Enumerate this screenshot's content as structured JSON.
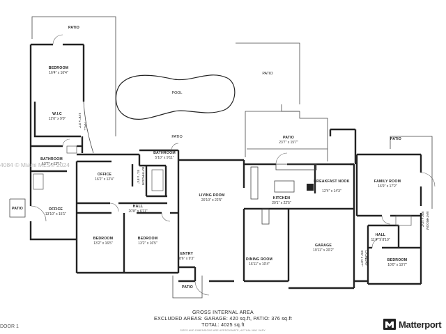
{
  "rooms": {
    "patio_top": {
      "name": "PATIO"
    },
    "bedroom_nw": {
      "name": "BEDROOM",
      "dim": "16'4\" x 16'4\""
    },
    "wic": {
      "name": "W.I.C",
      "dim": "12'0\" x 9'0\""
    },
    "hall_w": {
      "name": "HALL",
      "dim": "11'6\" x 3'7\""
    },
    "pool": {
      "name": "POOL"
    },
    "patio_top_right": {
      "name": "PATIO"
    },
    "patio_center": {
      "name": "PATIO"
    },
    "patio_east": {
      "name": "PATIO",
      "dim": "23'7\" x 15'7\""
    },
    "bathroom_w": {
      "name": "BATHROOM",
      "dim": "13'7\" x 13'1\""
    },
    "bathroom_center": {
      "name": "BATHROOM",
      "dim": "5'10\" x 9'11\""
    },
    "bathroom_small": {
      "name": "BATHROOM",
      "dim": "5'1\" x 8'4\""
    },
    "office_1": {
      "name": "OFFICE",
      "dim": "16'2\" x 12'4\""
    },
    "office_2": {
      "name": "OFFICE",
      "dim": "13'10\" x 15'1\""
    },
    "patio_west": {
      "name": "PATIO"
    },
    "hall_center": {
      "name": "HALL",
      "dim": "20'8\" x 6'11\""
    },
    "living_room": {
      "name": "LIVING ROOM",
      "dim": "20'10\" x 22'5\""
    },
    "kitchen": {
      "name": "KITCHEN",
      "dim": "20'1\" x 22'5\""
    },
    "breakfast_nook": {
      "name": "BREAKFAST NOOK",
      "dim": "12'4\" x 14'3\""
    },
    "family_room": {
      "name": "FAMILY ROOM",
      "dim": "16'9\" x 17'2\""
    },
    "patio_far_east": {
      "name": "PATIO"
    },
    "bathroom_e": {
      "name": "BATHROOM",
      "dim": "8'6\" x 11'4\""
    },
    "bedroom_sw1": {
      "name": "BEDROOM",
      "dim": "13'2\" x 16'5\""
    },
    "bedroom_sw2": {
      "name": "BEDROOM",
      "dim": "13'2\" x 16'5\""
    },
    "entry": {
      "name": "ENTRY",
      "dim": "8'6\" x 9'3\""
    },
    "patio_entry": {
      "name": "PATIO"
    },
    "dining_room": {
      "name": "DINING ROOM",
      "dim": "16'11\" x 10'4\""
    },
    "garage": {
      "name": "GARAGE",
      "dim": "19'11\" x 20'2\""
    },
    "laundry": {
      "name": "LAUNDRY",
      "dim": "8'6\" x 10'7\""
    },
    "hall_e": {
      "name": "HALL",
      "dim": "11'4\" x 8'10\""
    },
    "bedroom_se": {
      "name": "BEDROOM",
      "dim": "10'0\" x 10'7\""
    }
  },
  "summary": {
    "title": "GROSS INTERNAL AREA",
    "excluded": "EXCLUDED AREAS: GARAGE: 420 sq.ft, PATIO: 376 sq.ft",
    "total": "TOTAL: 4025 sq.ft",
    "disclaimer": "SIZES AND DIMENSIONS ARE APPROXIMATE, ACTUAL MAY VARY."
  },
  "floor_label": "DOOR 1",
  "watermark": "4084 © Miami MLS® 2024",
  "brand": {
    "name": "Matterport"
  },
  "colors": {
    "wall": "#222222",
    "background": "#ffffff",
    "watermark": "#b8b8b8"
  }
}
